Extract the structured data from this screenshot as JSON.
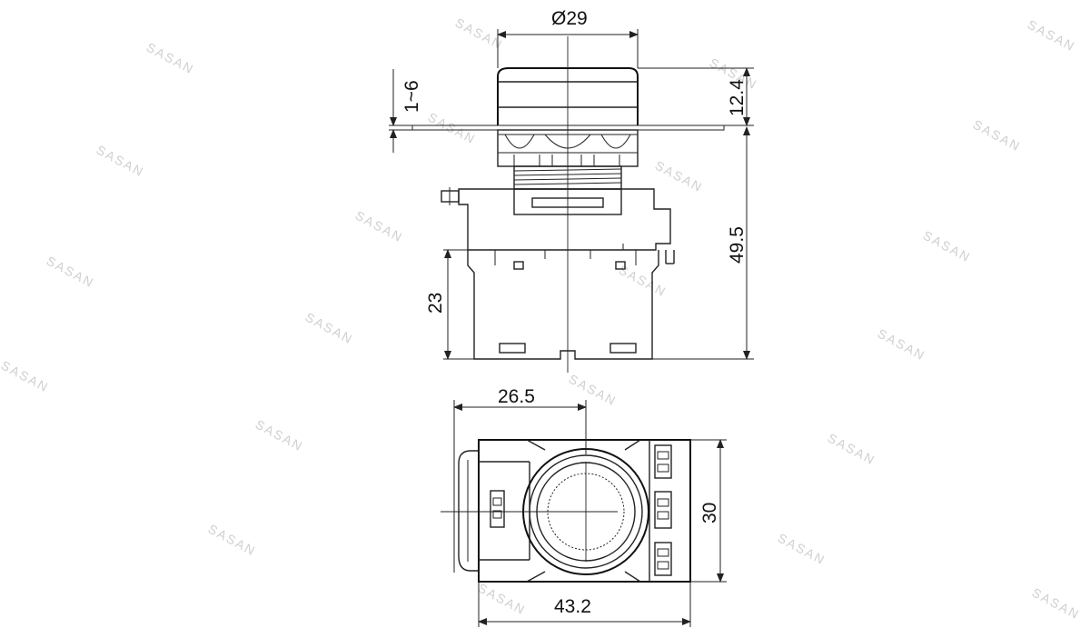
{
  "drawing": {
    "watermark": "SASAN",
    "dimensions": {
      "bezel_diameter": "Ø29",
      "panel_thickness": "1~6",
      "head_height": "12.4",
      "total_height": "49.5",
      "contact_block_height": "23",
      "width_to_center": "26.5",
      "overall_width": "43.2",
      "overall_depth": "30"
    }
  }
}
